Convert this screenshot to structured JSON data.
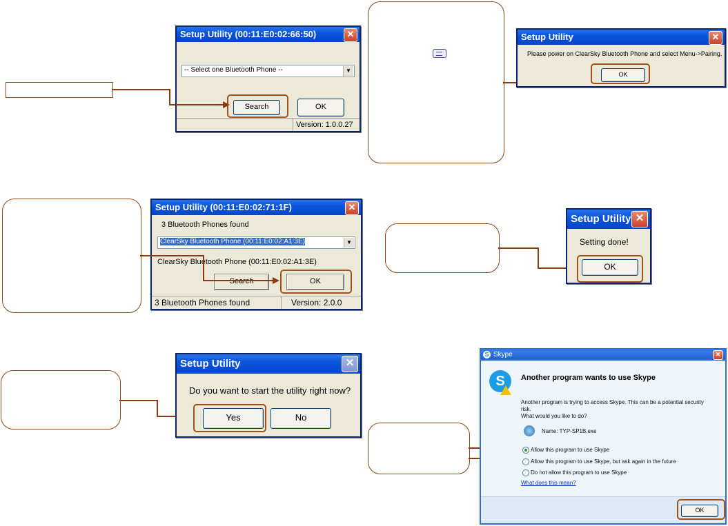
{
  "dialog1": {
    "title": "Setup Utility (00:11:E0:02:66:50)",
    "select_value": "-- Select one Bluetooth Phone --",
    "search_label": "Search",
    "ok_label": "OK",
    "version": "Version: 1.0.0.27"
  },
  "dialog2": {
    "title": "Setup Utility",
    "message": "Please power on ClearSky Bluetooth Phone and select Menu->Pairing.",
    "ok_label": "OK"
  },
  "dialog3": {
    "title": "Setup Utility (00:11:E0:02:71:1F)",
    "found_label": "3 Bluetooth Phones found",
    "select_value": "ClearSky Bluetooth Phone (00:11:E0:02:A1:3E)",
    "selected_text": "ClearSky Bluetooth Phone (00:11:E0:02:A1:3E)",
    "search_label": "Search",
    "ok_label": "OK",
    "status_left": "3 Bluetooth Phones found",
    "status_right": "Version: 2.0.0"
  },
  "dialog4": {
    "title": "Setup Utility",
    "message": "Setting done!",
    "ok_label": "OK"
  },
  "dialog5": {
    "title": "Setup Utility",
    "message": "Do you want to start the utility right now?",
    "yes_label": "Yes",
    "no_label": "No"
  },
  "skype": {
    "title": "Skype",
    "heading": "Another program wants to use Skype",
    "desc_line1": "Another program is trying to access Skype. This can be a potential security",
    "desc_line2": "risk.",
    "question": "What would you like to do?",
    "name_label": "Name: TYP-SP1B.exe",
    "option_allow": "Allow this program to use Skype",
    "option_ask": "Allow this program to use Skype, but ask again in the future",
    "option_deny": "Do not allow this program to use Skype",
    "help_link": "What does this mean?",
    "ok_label": "OK"
  },
  "colors": {
    "callout_border": "#8b4513",
    "arrow": "#8b3a12",
    "xp_titlebar": "#0855dd",
    "dialog_bg": "#ece9d8"
  }
}
